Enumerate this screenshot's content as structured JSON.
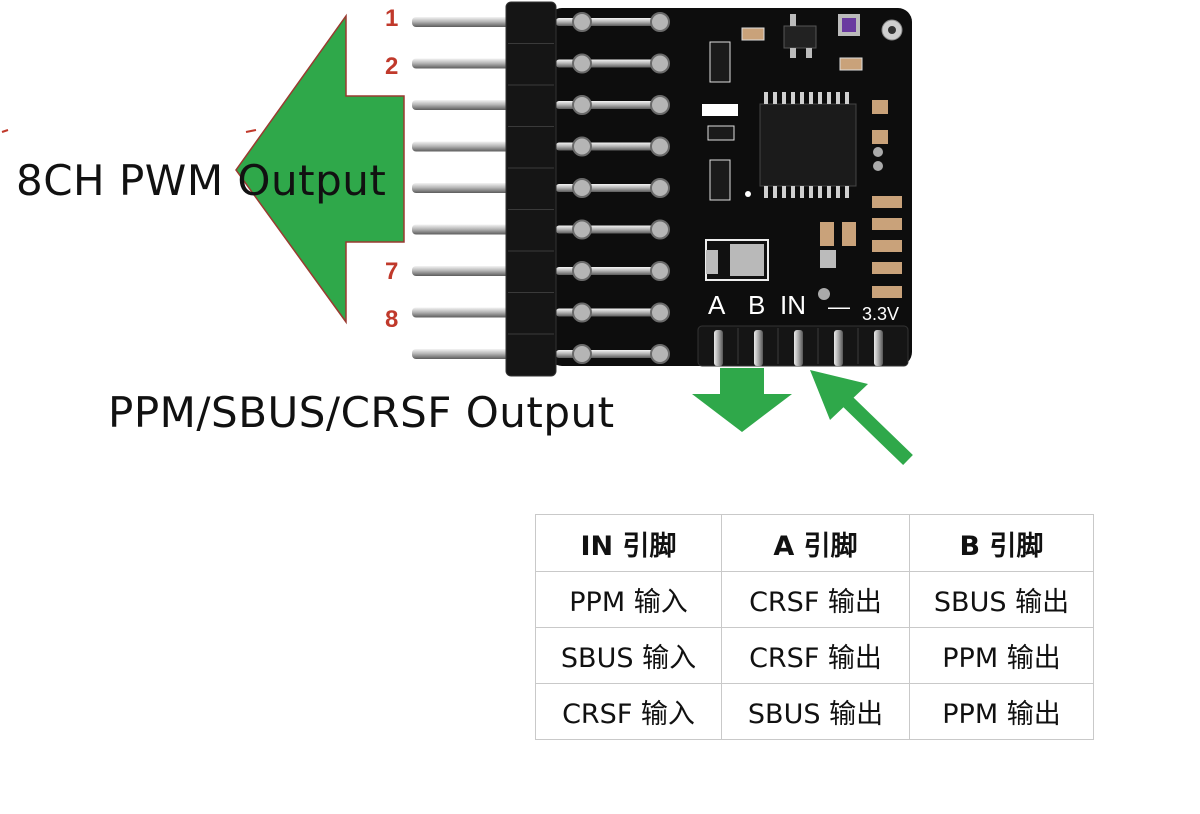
{
  "diagram": {
    "pwm_label": "8CH PWM Output",
    "serial_label": "PPM/SBUS/CRSF Output",
    "pin_numbers": [
      "1",
      "2",
      "7",
      "8"
    ],
    "board_labels": {
      "a": "A",
      "b": "B",
      "in": "IN",
      "minus": "—",
      "voltage": "3.3V"
    },
    "colors": {
      "arrow": "#2fa84a",
      "arrow_edge": "#9a3a30",
      "pin_number": "#c0392b",
      "pcb": "#0d0d0d",
      "silkscreen": "#ffffff"
    }
  },
  "table": {
    "headers": [
      "IN 引脚",
      "A 引脚",
      "B 引脚"
    ],
    "rows": [
      [
        "PPM 输入",
        "CRSF 输出",
        "SBUS 输出"
      ],
      [
        "SBUS 输入",
        "CRSF 输出",
        "PPM 输出"
      ],
      [
        "CRSF 输入",
        "SBUS 输出",
        "PPM 输出"
      ]
    ]
  }
}
